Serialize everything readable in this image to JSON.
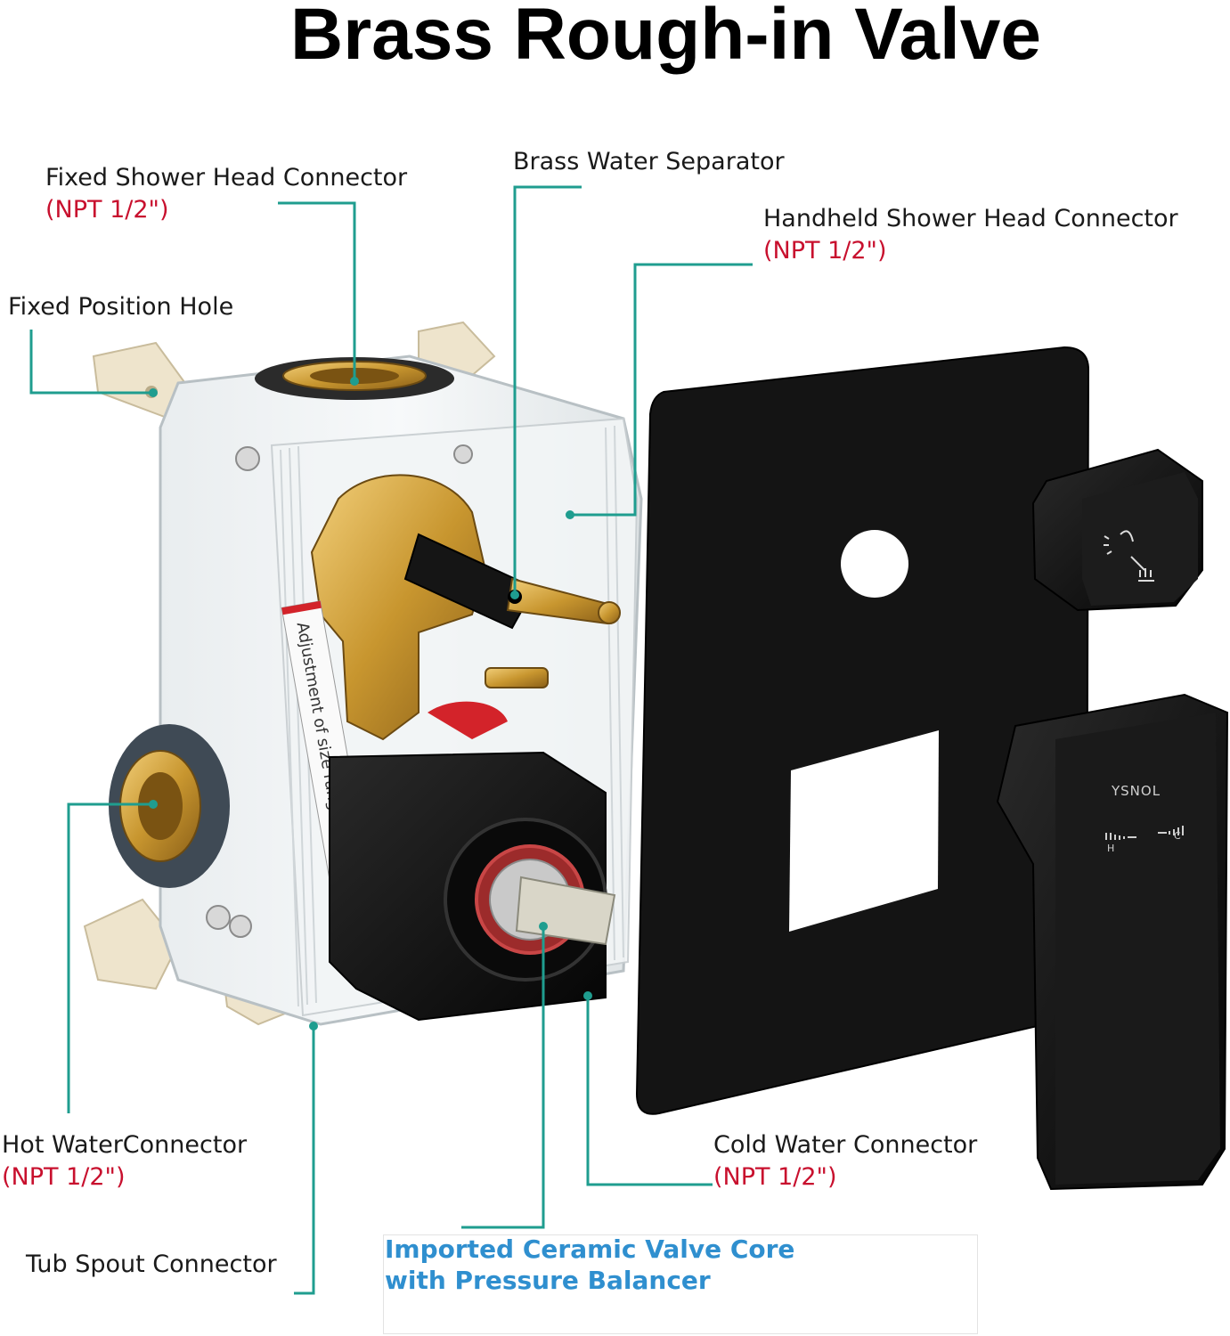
{
  "title": "Brass Rough-in Valve",
  "labels": {
    "fixed_shower_head": {
      "name": "Fixed Shower Head Connector",
      "spec": "(NPT 1/2\")"
    },
    "brass_separator": {
      "name": "Brass Water Separator"
    },
    "handheld_shower_head": {
      "name": "Handheld Shower Head Connector",
      "spec": "(NPT 1/2\")"
    },
    "fixed_position_hole": {
      "name": "Fixed Position Hole"
    },
    "hot_water": {
      "name": "Hot WaterConnector",
      "spec": "(NPT 1/2\")"
    },
    "cold_water": {
      "name": "Cold Water Connector",
      "spec": "(NPT 1/2\")"
    },
    "tub_spout": {
      "name": "Tub Spout Connector"
    },
    "valve_core": {
      "line1": "Imported Ceramic Valve Core",
      "line2": "with Pressure Balancer"
    }
  },
  "device_text": {
    "brand": "YSNOL",
    "box_label": "Adjustment of size range",
    "hot_mark": "H",
    "cold_mark": "C"
  },
  "colors": {
    "leader_line": "#1f9d8f",
    "spec_text": "#c8102e",
    "highlight_text": "#2f8fcf",
    "trim_black": "#111111",
    "brass": "#c89a3c",
    "plastic_frame": "#efe7d2"
  }
}
